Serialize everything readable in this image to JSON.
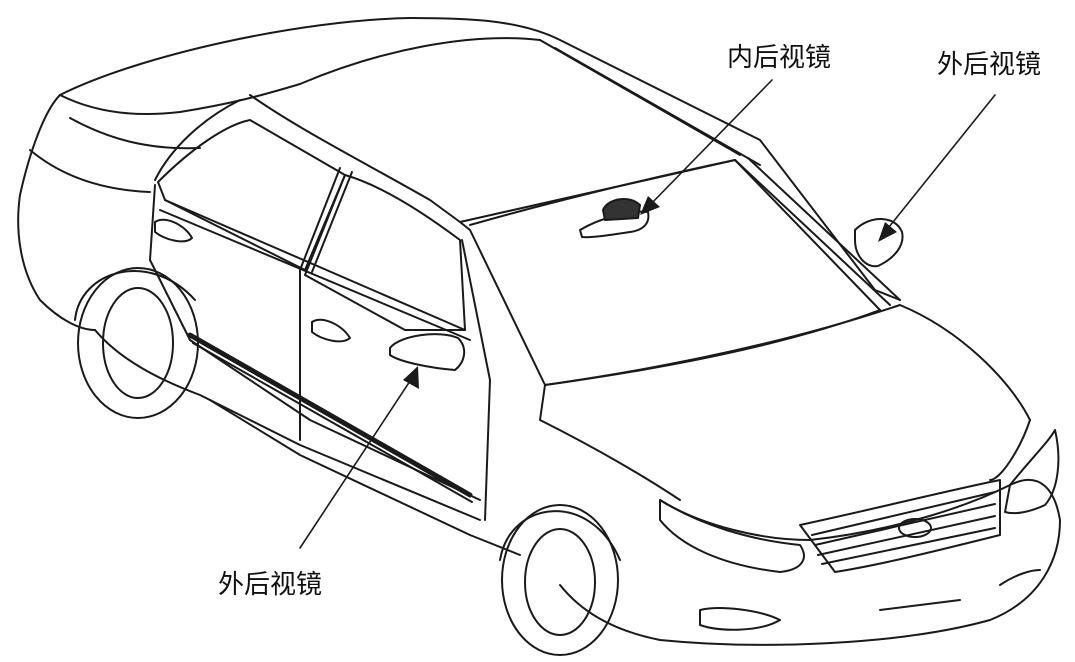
{
  "labels": {
    "inner_mirror": "内后视镜",
    "outer_mirror_right": "外后视镜",
    "outer_mirror_left": "外后视镜"
  },
  "colors": {
    "line": "#1a1a1a",
    "background": "#ffffff"
  }
}
